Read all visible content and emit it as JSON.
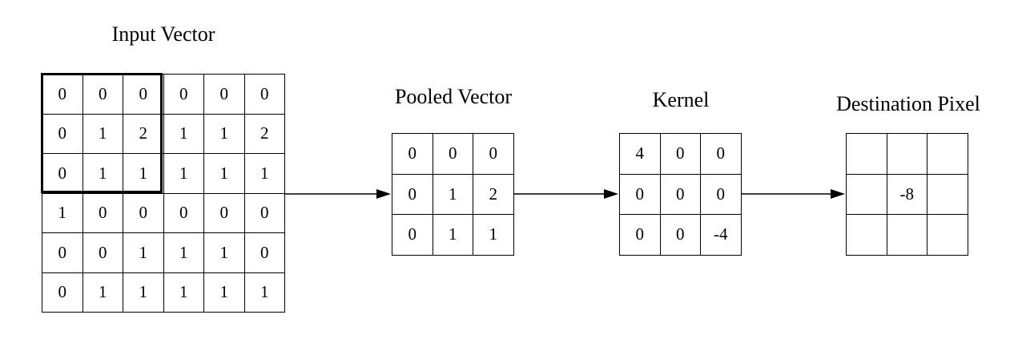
{
  "input": {
    "title": "Input Vector",
    "rows": [
      [
        "0",
        "0",
        "0",
        "0",
        "0",
        "0"
      ],
      [
        "0",
        "1",
        "2",
        "1",
        "1",
        "2"
      ],
      [
        "0",
        "1",
        "1",
        "1",
        "1",
        "1"
      ],
      [
        "1",
        "0",
        "0",
        "0",
        "0",
        "0"
      ],
      [
        "0",
        "0",
        "1",
        "1",
        "1",
        "0"
      ],
      [
        "0",
        "1",
        "1",
        "1",
        "1",
        "1"
      ]
    ]
  },
  "pooled": {
    "title": "Pooled Vector",
    "rows": [
      [
        "0",
        "0",
        "0"
      ],
      [
        "0",
        "1",
        "2"
      ],
      [
        "0",
        "1",
        "1"
      ]
    ]
  },
  "kernel": {
    "title": "Kernel",
    "rows": [
      [
        "4",
        "0",
        "0"
      ],
      [
        "0",
        "0",
        "0"
      ],
      [
        "0",
        "0",
        "-4"
      ]
    ]
  },
  "destination": {
    "title": "Destination Pixel",
    "rows": [
      [
        "",
        "",
        ""
      ],
      [
        "",
        "-8",
        ""
      ],
      [
        "",
        "",
        ""
      ]
    ]
  }
}
